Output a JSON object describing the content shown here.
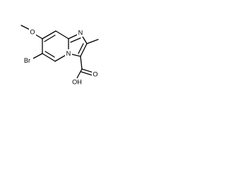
{
  "molecule": {
    "atoms": {
      "methoxy_o": "O",
      "bromine": "Br",
      "imidazole_n": "N",
      "bridgehead_n": "N",
      "carbonyl_o": "O",
      "hydroxyl": "OH"
    }
  }
}
